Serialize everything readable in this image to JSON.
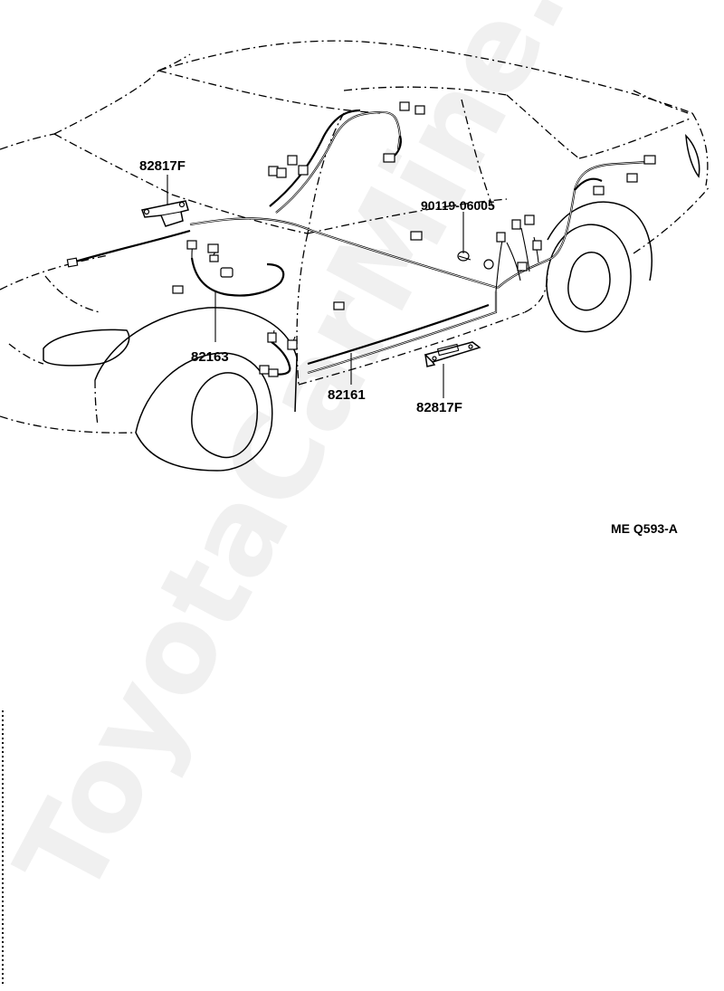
{
  "diagram": {
    "watermark": "ToyotaCarMine.ru",
    "figure_code": "ME Q593-A",
    "labels": {
      "bracket_upper": "82817F",
      "bolt": "90119-06005",
      "harness_front": "82163",
      "harness_floor": "82161",
      "bracket_lower": "82817F"
    }
  }
}
